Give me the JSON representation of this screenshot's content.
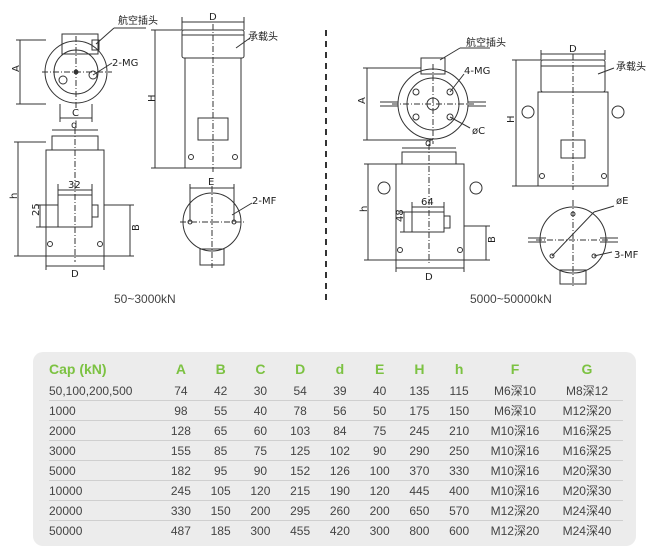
{
  "drawing": {
    "left": {
      "caption": "50~3000kN",
      "labels": {
        "plug": "航空插头",
        "head": "承载头",
        "thread_top": "2-MG",
        "thread_bottom": "2-MF",
        "A": "A",
        "C": "C",
        "D": "D",
        "H": "H",
        "d": "d",
        "h": "h",
        "d32": "32",
        "d25": "25",
        "B": "B",
        "D2": "D",
        "E": "E"
      }
    },
    "right": {
      "caption": "5000~50000kN",
      "labels": {
        "plug": "航空插头",
        "head": "承载头",
        "thread_top": "4-MG",
        "thread_bottom": "3-MF",
        "phiC": "øC",
        "phiE": "øE",
        "A": "A",
        "D": "D",
        "H": "H",
        "d": "d",
        "h": "h",
        "d64": "64",
        "d48": "48",
        "B": "B",
        "D2": "D"
      }
    }
  },
  "table": {
    "headers": [
      "Cap (kN)",
      "A",
      "B",
      "C",
      "D",
      "d",
      "E",
      "H",
      "h",
      "F",
      "G"
    ],
    "rows": [
      [
        "50,100,200,500",
        "74",
        "42",
        "30",
        "54",
        "39",
        "40",
        "135",
        "115",
        "M6深10",
        "M8深12"
      ],
      [
        "1000",
        "98",
        "55",
        "40",
        "78",
        "56",
        "50",
        "175",
        "150",
        "M6深10",
        "M12深20"
      ],
      [
        "2000",
        "128",
        "65",
        "60",
        "103",
        "84",
        "75",
        "245",
        "210",
        "M10深16",
        "M16深25"
      ],
      [
        "3000",
        "155",
        "85",
        "75",
        "125",
        "102",
        "90",
        "290",
        "250",
        "M10深16",
        "M16深25"
      ],
      [
        "5000",
        "182",
        "95",
        "90",
        "152",
        "126",
        "100",
        "370",
        "330",
        "M10深16",
        "M20深30"
      ],
      [
        "10000",
        "245",
        "105",
        "120",
        "215",
        "190",
        "120",
        "445",
        "400",
        "M10深16",
        "M20深30"
      ],
      [
        "20000",
        "330",
        "150",
        "200",
        "295",
        "260",
        "200",
        "650",
        "570",
        "M12深20",
        "M24深40"
      ],
      [
        "50000",
        "487",
        "185",
        "300",
        "455",
        "420",
        "300",
        "800",
        "600",
        "M12深20",
        "M24深40"
      ]
    ]
  }
}
